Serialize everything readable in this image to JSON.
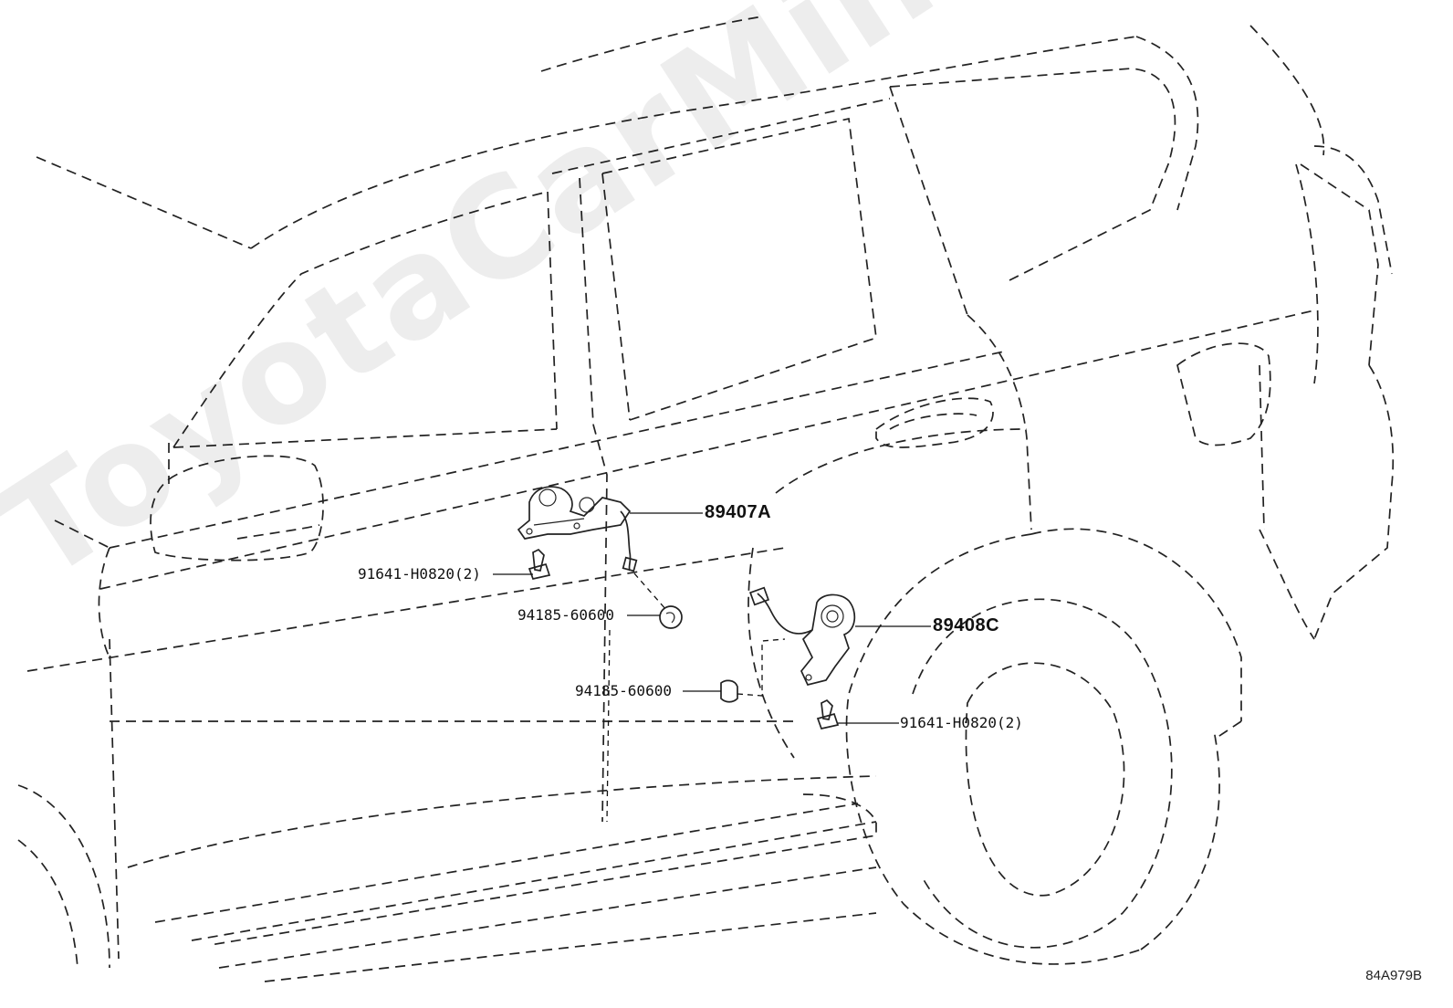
{
  "watermark": "ToyotaCarMine.ru",
  "diagram_code": "84A979B",
  "parts": {
    "sensor_front": "89407A",
    "sensor_rear": "89408C",
    "bolt_front": "91641-H0820(2)",
    "nut_front": "94185-60600",
    "nut_rear": "94185-60600",
    "bolt_rear": "91641-H0820(2)"
  }
}
